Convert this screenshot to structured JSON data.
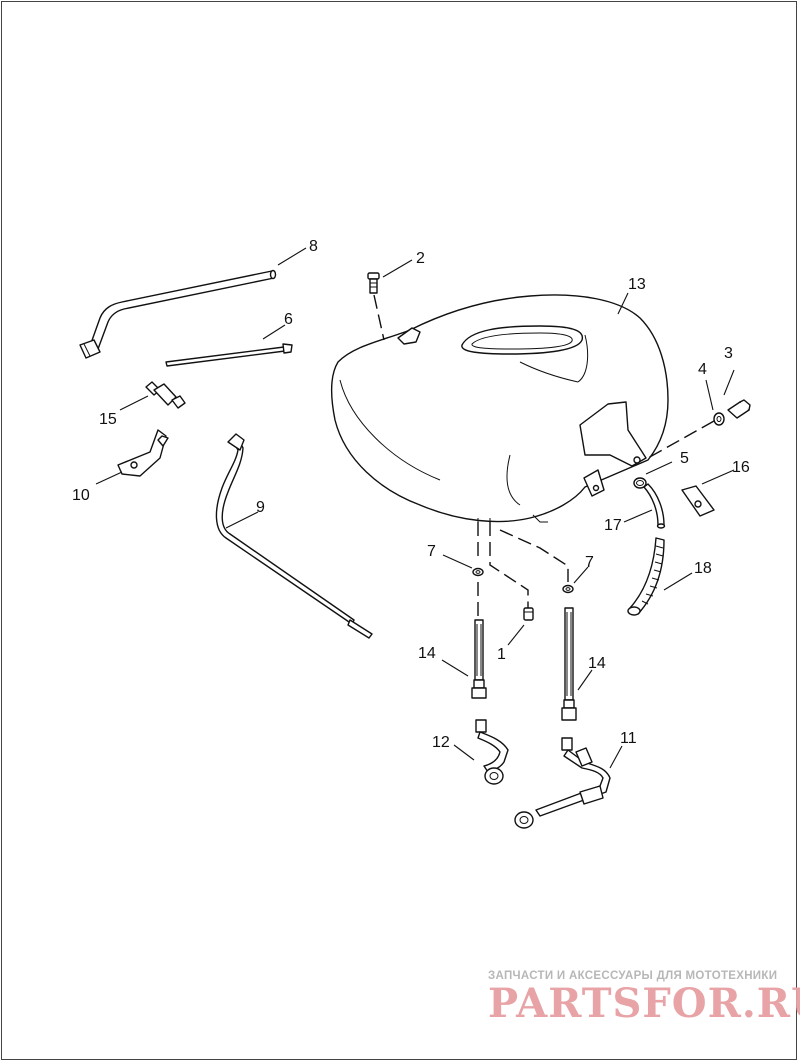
{
  "diagram": {
    "callouts": [
      "1",
      "2",
      "3",
      "4",
      "5",
      "6",
      "7",
      "7",
      "8",
      "9",
      "10",
      "11",
      "12",
      "13",
      "14",
      "14",
      "15",
      "16",
      "17",
      "18"
    ]
  },
  "watermark": {
    "tagline": "ЗАПЧАСТИ И АКСЕССУАРЫ ДЛЯ МОТОТЕХНИКИ",
    "brand": "PARTSFOR.RU"
  },
  "colors": {
    "line": "#111111",
    "background": "#ffffff",
    "watermark_text": "#b7b7b7",
    "watermark_brand": "#e8a3a6"
  }
}
